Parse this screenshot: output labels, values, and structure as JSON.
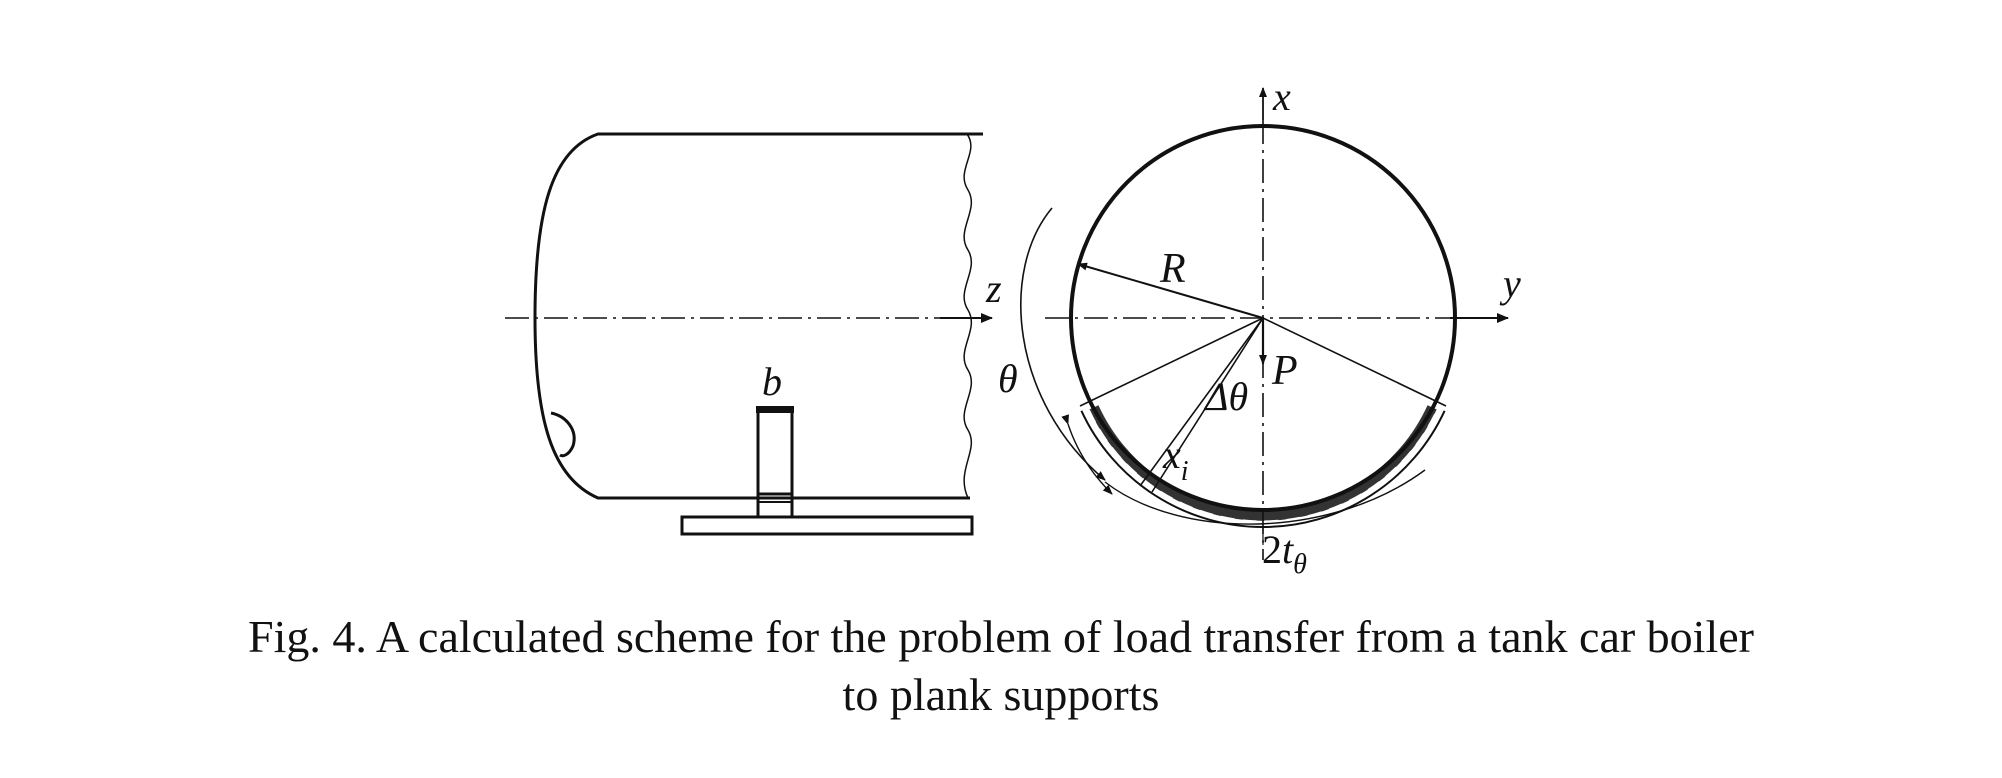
{
  "figure": {
    "labels": {
      "x_axis": "x",
      "y_axis": "y",
      "z_axis": "z",
      "radius": "R",
      "load": "P",
      "angle": "θ",
      "delta_angle": "Δθ",
      "coordinate": "x",
      "coordinate_sub": "i",
      "width": "b",
      "arc_main": "2",
      "arc_var": "t",
      "arc_sub": "θ"
    }
  },
  "caption": {
    "line1": "Fig. 4. A calculated scheme for the problem of load transfer from a tank car boiler",
    "line2": "to plank supports"
  }
}
